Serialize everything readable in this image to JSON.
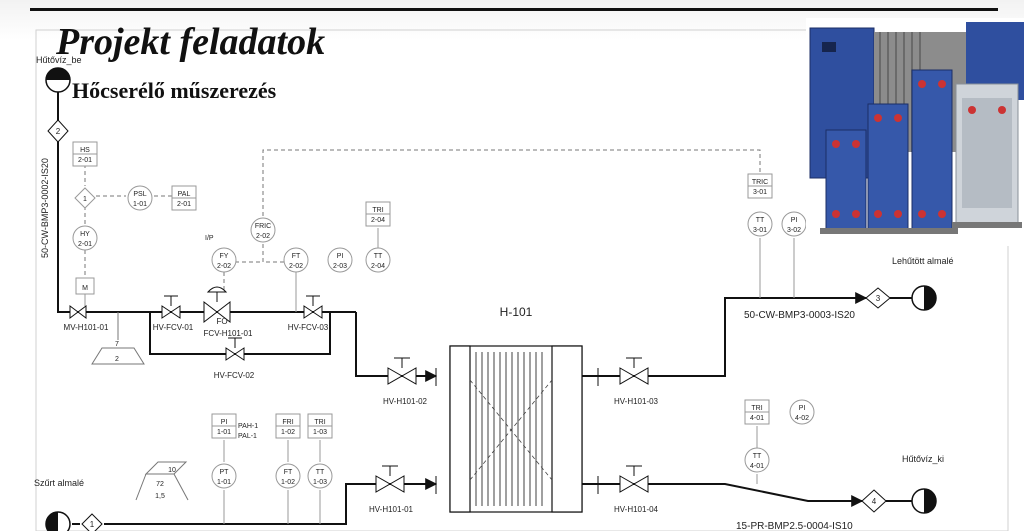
{
  "slide": {
    "title": "Projekt feladatok",
    "subtitle": "Hőcserélő műszerezés"
  },
  "streams": {
    "cooling_in": "Hűtővíz_be",
    "cooling_out": "Hűtővíz_ki",
    "juice_in": "Szűrt almalé",
    "juice_out": "Lehűtött almalé"
  },
  "lines": {
    "cw_in": "50-CW-BMP3-0002-IS20",
    "cw_out": "50-CW-BMP3-0003-IS20",
    "pr_out": "15-PR-BMP2.5-0004-IS10"
  },
  "stream_numbers": [
    "2",
    "1",
    "3",
    "4"
  ],
  "equipment": {
    "hx_tag": "H-101",
    "pump_numbers": [
      "7",
      "2"
    ],
    "tank_numbers": [
      "10",
      "72",
      "1,5"
    ]
  },
  "valves": {
    "mv": "MV-H101-01",
    "fcv01": "HV-FCV-01",
    "fo_label": "FO",
    "fcv": "FCV-H101-01",
    "fcv03": "HV-FCV-03",
    "fcv02": "HV-FCV-02",
    "h02": "HV-H101-02",
    "h03": "HV-H101-03",
    "h01": "HV-H101-01",
    "h04": "HV-H101-04",
    "motor": "M"
  },
  "instruments": [
    {
      "tag": "HS",
      "num": "2-01",
      "shape": "panel"
    },
    {
      "tag": "1",
      "num": "",
      "shape": "diamond"
    },
    {
      "tag": "HY",
      "num": "2-01",
      "shape": "circle"
    },
    {
      "tag": "PSL",
      "num": "1-01",
      "shape": "circle"
    },
    {
      "tag": "PAL",
      "num": "2-01",
      "shape": "panel"
    },
    {
      "tag": "FRIC",
      "num": "2-02",
      "shape": "circle"
    },
    {
      "tag": "FY",
      "num": "2-02",
      "shape": "circle"
    },
    {
      "tag": "FT",
      "num": "2-02",
      "shape": "circle"
    },
    {
      "tag": "PI",
      "num": "2-03",
      "shape": "circle"
    },
    {
      "tag": "TRI",
      "num": "2-04",
      "shape": "panel"
    },
    {
      "tag": "TT",
      "num": "2-04",
      "shape": "circle"
    },
    {
      "tag": "TRIC",
      "num": "3-01",
      "shape": "panel"
    },
    {
      "tag": "TT",
      "num": "3-01",
      "shape": "circle"
    },
    {
      "tag": "PI",
      "num": "3-02",
      "shape": "circle"
    },
    {
      "tag": "PI",
      "num": "1-01",
      "shape": "panel"
    },
    {
      "tag": "FRI",
      "num": "1-02",
      "shape": "panel"
    },
    {
      "tag": "TRI",
      "num": "1-03",
      "shape": "panel"
    },
    {
      "tag": "PT",
      "num": "1-01",
      "shape": "circle"
    },
    {
      "tag": "FT",
      "num": "1-02",
      "shape": "circle"
    },
    {
      "tag": "TT",
      "num": "1-03",
      "shape": "circle"
    },
    {
      "tag": "TRI",
      "num": "4-01",
      "shape": "panel"
    },
    {
      "tag": "PI",
      "num": "4-02",
      "shape": "circle"
    },
    {
      "tag": "TT",
      "num": "4-01",
      "shape": "circle"
    }
  ],
  "alarms": {
    "pah": "PAH-1",
    "pal": "PAL-1",
    "ip": "I/P"
  }
}
